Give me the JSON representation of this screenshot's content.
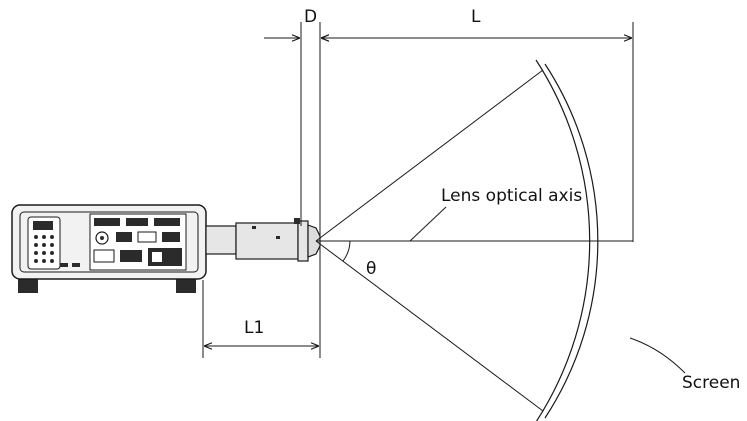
{
  "labels": {
    "d": "D",
    "l": "L",
    "l1": "L1",
    "optical_axis": "Lens optical axis",
    "theta": "θ",
    "screen": "Screen"
  },
  "colors": {
    "line": "#1a1a1a",
    "projector_body": "#f2f2f2",
    "projector_dark": "#2b2b2b",
    "lens_barrel": "#e6e6e6"
  },
  "icons": {
    "projector": "projector-icon",
    "lens": "lens-icon"
  }
}
